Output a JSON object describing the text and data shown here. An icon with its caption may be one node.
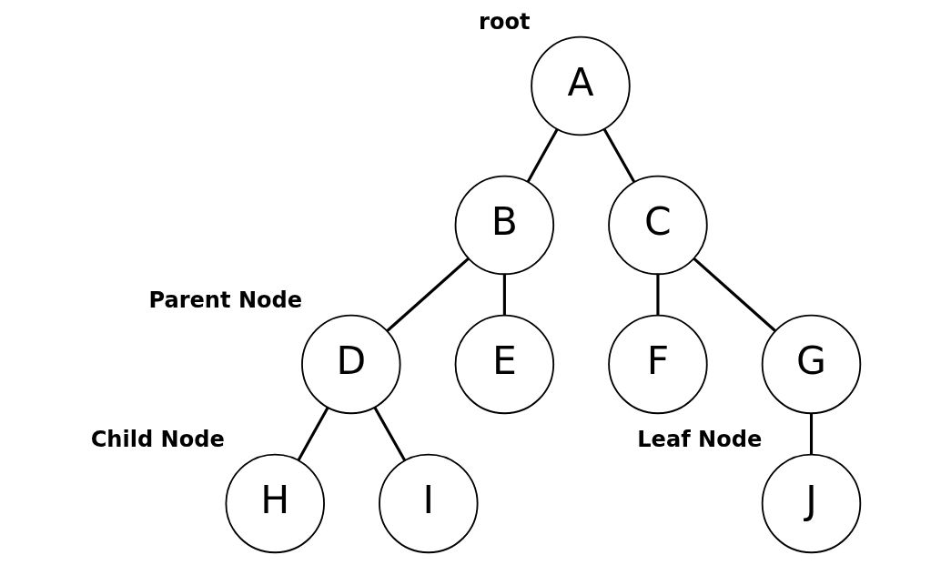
{
  "diagram": {
    "nodes": [
      {
        "text": [
          "A"
        ],
        "beside": [
          "root"
        ]
      },
      {
        "text": [
          "B"
        ]
      },
      {
        "text": [
          "C"
        ]
      },
      {
        "text": [
          "D"
        ],
        "beside": [
          "Parent Node"
        ]
      },
      {
        "text": [
          "E"
        ]
      },
      {
        "text": [
          "F"
        ]
      },
      {
        "text": [
          "G"
        ]
      },
      {
        "text": [
          "H"
        ],
        "beside": [
          "Child Node"
        ]
      },
      {
        "text": [
          "I"
        ]
      },
      {
        "text": [
          "J"
        ],
        "beside": [
          "Leaf Node"
        ]
      }
    ],
    "edges": [
      {
        "from": 0,
        "to": 1,
        "arrow": "none"
      },
      {
        "from": 0,
        "to": 2,
        "arrow": "none"
      },
      {
        "from": 1,
        "to": 3,
        "arrow": "none"
      },
      {
        "from": 1,
        "to": 4,
        "arrow": "none"
      },
      {
        "from": 2,
        "to": 5,
        "arrow": "none"
      },
      {
        "from": 2,
        "to": 6,
        "arrow": "none"
      },
      {
        "from": 3,
        "to": 7,
        "arrow": "none"
      },
      {
        "from": 3,
        "to": 8,
        "arrow": "none"
      },
      {
        "from": 6,
        "to": 9,
        "arrow": "none"
      }
    ]
  }
}
